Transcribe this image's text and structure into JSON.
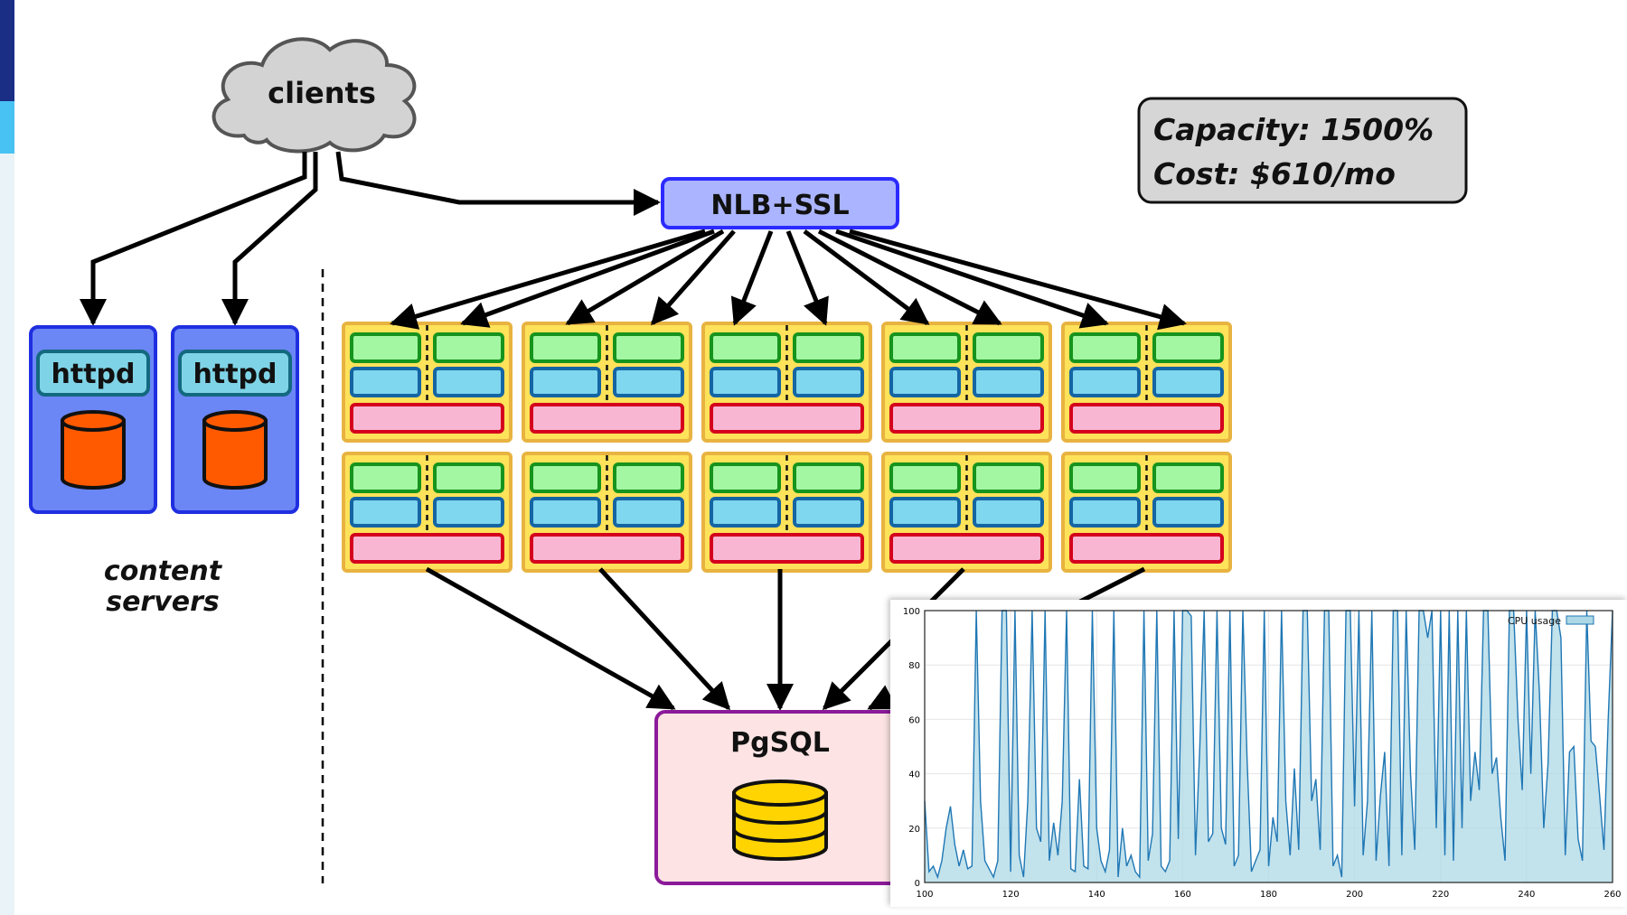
{
  "diagram": {
    "clients_label": "clients",
    "lb_label": "NLB+SSL",
    "httpd_label": "httpd",
    "content_servers_label": [
      "content",
      "servers"
    ],
    "db_label": "PgSQL",
    "worker_rows": 2,
    "worker_cols": 5,
    "stats": {
      "capacity": "Capacity: 1500%",
      "cost": "Cost: $610/mo"
    },
    "colors": {
      "cloud": "#d3d3d3",
      "lb_fill": "#aab4ff",
      "lb_border": "#2b2bff",
      "httpd_fill": "#6b86f5",
      "httpd_border": "#1f2fe0",
      "httpd_label_fill": "#7fd3e6",
      "cylinder_orange": "#ff5a00",
      "worker_fill": "#fde25a",
      "worker_border": "#e8b340",
      "green": "#a3f7a3",
      "green_border": "#16941d",
      "blue": "#7fd6ef",
      "blue_border": "#1565a3",
      "pink": "#f8b6d3",
      "pink_border": "#d4001c",
      "db_fill": "#fde3e3",
      "db_border": "#8a1a9a",
      "db_cylinder": "#ffd400"
    }
  },
  "chart_data": {
    "type": "area",
    "legend": "CPU usage",
    "legend_position": "top-right",
    "xlim": [
      100,
      260
    ],
    "ylim": [
      0,
      100
    ],
    "xticks": [
      100,
      120,
      140,
      160,
      180,
      200,
      220,
      240,
      260
    ],
    "yticks": [
      0,
      20,
      40,
      60,
      80,
      100
    ],
    "grid": true,
    "color": "#1f77b4",
    "fill": "#add8e6",
    "x": [
      100,
      101,
      102,
      103,
      104,
      105,
      106,
      107,
      108,
      109,
      110,
      111,
      112,
      113,
      114,
      115,
      116,
      117,
      118,
      119,
      120,
      121,
      122,
      123,
      124,
      125,
      126,
      127,
      128,
      129,
      130,
      131,
      132,
      133,
      134,
      135,
      136,
      137,
      138,
      139,
      140,
      141,
      142,
      143,
      144,
      145,
      146,
      147,
      148,
      149,
      150,
      151,
      152,
      153,
      154,
      155,
      156,
      157,
      158,
      159,
      160,
      161,
      162,
      163,
      164,
      165,
      166,
      167,
      168,
      169,
      170,
      171,
      172,
      173,
      174,
      175,
      176,
      177,
      178,
      179,
      180,
      181,
      182,
      183,
      184,
      185,
      186,
      187,
      188,
      189,
      190,
      191,
      192,
      193,
      194,
      195,
      196,
      197,
      198,
      199,
      200,
      201,
      202,
      203,
      204,
      205,
      206,
      207,
      208,
      209,
      210,
      211,
      212,
      213,
      214,
      215,
      216,
      217,
      218,
      219,
      220,
      221,
      222,
      223,
      224,
      225,
      226,
      227,
      228,
      229,
      230,
      231,
      232,
      233,
      234,
      235,
      236,
      237,
      238,
      239,
      240,
      241,
      242,
      243,
      244,
      245,
      246,
      247,
      248,
      249,
      250,
      251,
      252,
      253,
      254,
      255,
      256,
      257,
      258,
      259,
      260
    ],
    "y": [
      30,
      4,
      6,
      2,
      8,
      20,
      28,
      14,
      6,
      12,
      5,
      6,
      100,
      30,
      8,
      5,
      2,
      8,
      100,
      100,
      4,
      100,
      10,
      2,
      30,
      100,
      20,
      15,
      100,
      8,
      22,
      10,
      30,
      100,
      5,
      4,
      38,
      6,
      5,
      100,
      20,
      8,
      4,
      12,
      100,
      2,
      20,
      6,
      10,
      4,
      2,
      100,
      8,
      18,
      100,
      6,
      4,
      8,
      100,
      16,
      100,
      100,
      98,
      10,
      50,
      100,
      15,
      18,
      100,
      20,
      14,
      100,
      6,
      10,
      100,
      45,
      4,
      8,
      12,
      100,
      6,
      24,
      15,
      100,
      30,
      10,
      42,
      12,
      100,
      100,
      30,
      38,
      12,
      100,
      100,
      6,
      10,
      2,
      100,
      100,
      28,
      100,
      10,
      30,
      100,
      8,
      32,
      48,
      6,
      100,
      100,
      10,
      100,
      40,
      12,
      100,
      100,
      90,
      100,
      20,
      100,
      10,
      100,
      8,
      100,
      20,
      100,
      30,
      48,
      34,
      100,
      100,
      40,
      46,
      24,
      8,
      100,
      100,
      60,
      34,
      100,
      40,
      100,
      70,
      20,
      44,
      100,
      100,
      90,
      10,
      48,
      50,
      16,
      8,
      100,
      52,
      50,
      32,
      12,
      60,
      100
    ]
  }
}
